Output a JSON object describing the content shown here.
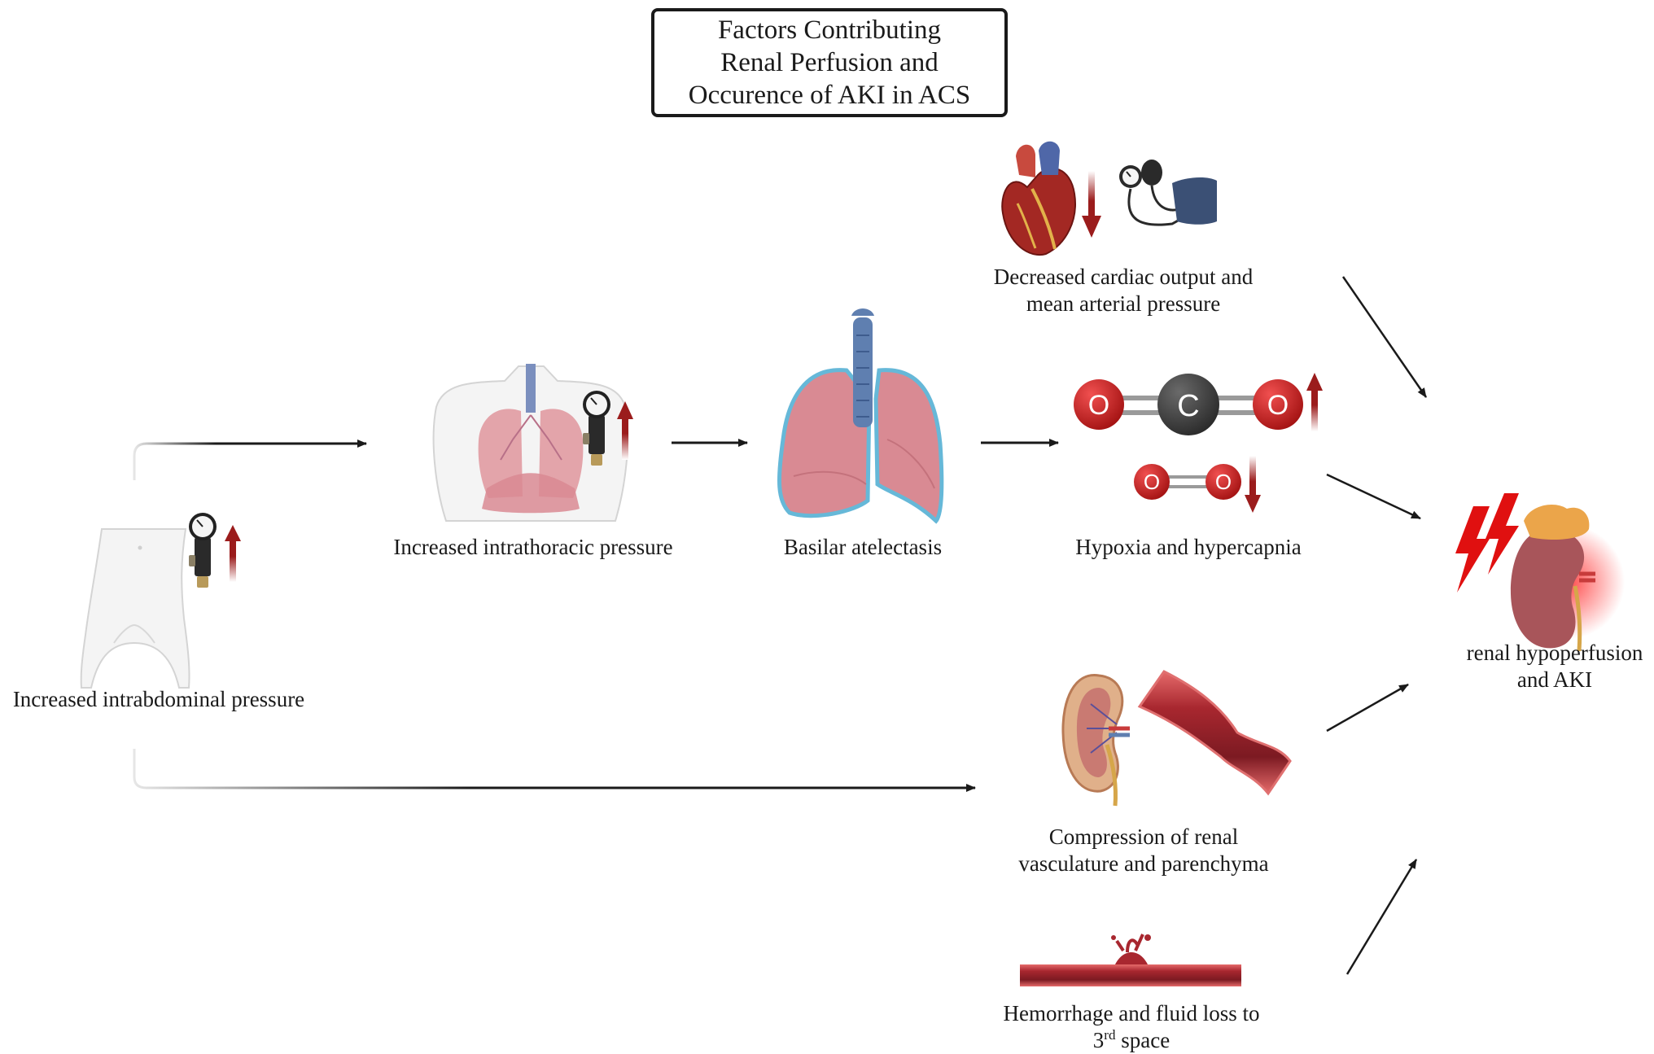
{
  "title": {
    "line1": "Factors Contributing",
    "line2": "Renal Perfusion and",
    "line3": "Occurence of AKI in ACS"
  },
  "nodes": {
    "abdomen": "Increased intrabdominal pressure",
    "thorax": "Increased intrathoracic pressure",
    "atelectasis": "Basilar atelectasis",
    "gas": "Hypoxia and hypercapnia",
    "cardiac": {
      "line1": "Decreased cardiac output and",
      "line2": "mean arterial pressure"
    },
    "compression": {
      "line1": "Compression of renal",
      "line2": "vasculature and parenchyma"
    },
    "hemorrhage": {
      "line1": "Hemorrhage and fluid loss to",
      "line2_number": "3",
      "line2_sup": "rd",
      "line2_rest": " space"
    },
    "outcome": {
      "line1": "renal hypoperfusion",
      "line2": "and AKI"
    }
  },
  "molecules": {
    "co2": {
      "oxygen_symbol": "O",
      "carbon_symbol": "C"
    },
    "o2": {
      "oxygen_symbol": "O"
    }
  },
  "icons": [
    "abdomen-icon",
    "gauge-icon",
    "lungs-thorax-icon",
    "lungs-icon",
    "heart-icon",
    "blood-pressure-cuff-icon",
    "co2-molecule-icon",
    "o2-molecule-icon",
    "kidney-cross-section-icon",
    "compressed-vessel-icon",
    "bleeding-vessel-icon",
    "lightning-icon",
    "kidney-icon"
  ],
  "colors": {
    "increase_arrow": "#9b1c1c",
    "oxygen": "#c81e1e",
    "carbon": "#3a3a3a",
    "lightning": "#e01010",
    "flow_arrow": "#1a1a1a",
    "lung_fill": "#d98a93",
    "lung_outline": "#66b8d8",
    "trachea": "#5f7fb0",
    "vessel": "#a8272f"
  }
}
